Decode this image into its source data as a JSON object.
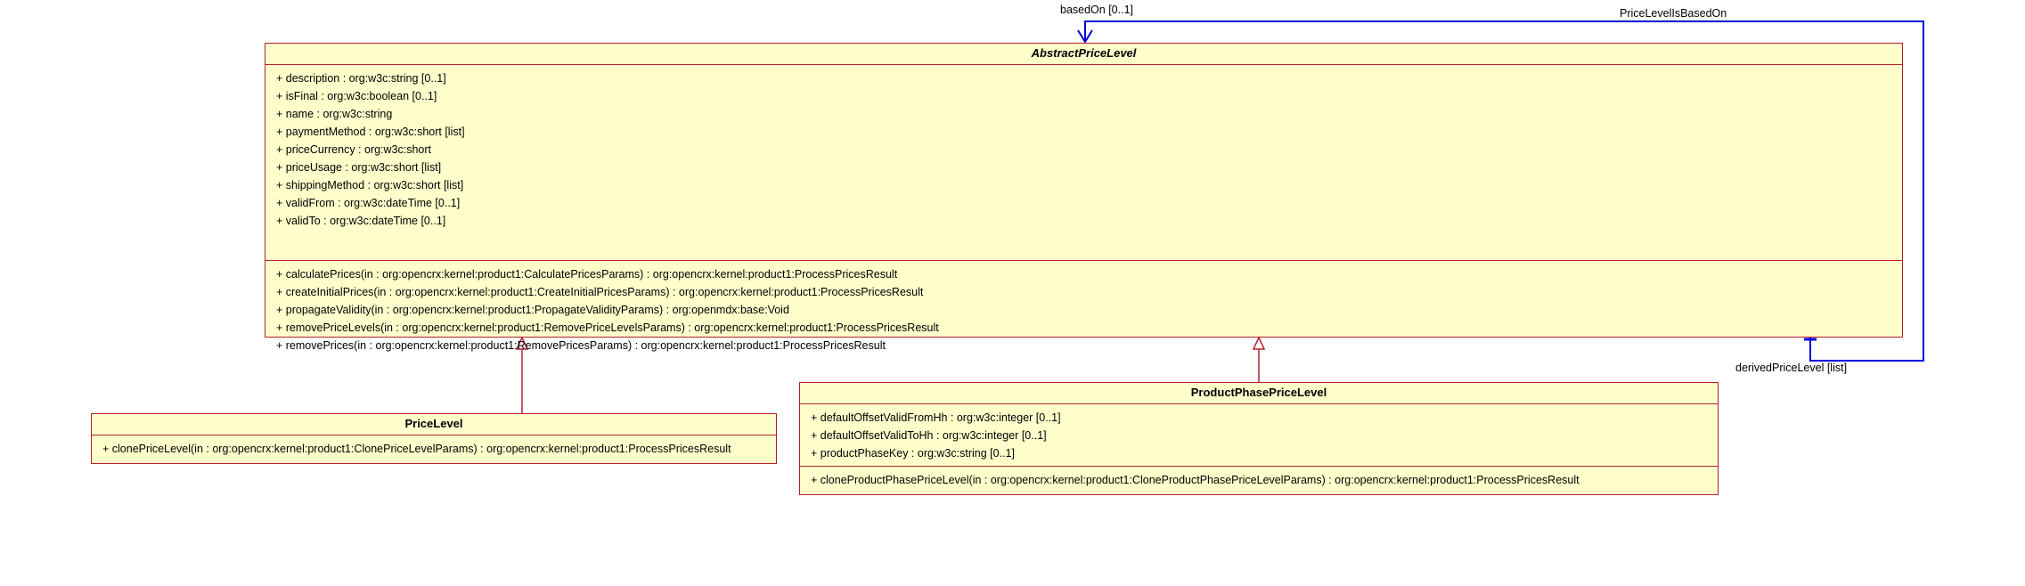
{
  "classes": {
    "abstract_price_level": {
      "name": "AbstractPriceLevel",
      "attributes": [
        "+ description : org:w3c:string [0..1]",
        "+ isFinal : org:w3c:boolean [0..1]",
        "+ name : org:w3c:string",
        "+ paymentMethod : org:w3c:short [list]",
        "+ priceCurrency : org:w3c:short",
        "+ priceUsage : org:w3c:short [list]",
        "+ shippingMethod : org:w3c:short [list]",
        "+ validFrom : org:w3c:dateTime [0..1]",
        "+ validTo : org:w3c:dateTime [0..1]"
      ],
      "operations": [
        "+ calculatePrices(in : org:opencrx:kernel:product1:CalculatePricesParams) : org:opencrx:kernel:product1:ProcessPricesResult",
        "+ createInitialPrices(in : org:opencrx:kernel:product1:CreateInitialPricesParams) : org:opencrx:kernel:product1:ProcessPricesResult",
        "+ propagateValidity(in : org:opencrx:kernel:product1:PropagateValidityParams) : org:openmdx:base:Void",
        "+ removePriceLevels(in : org:opencrx:kernel:product1:RemovePriceLevelsParams) : org:opencrx:kernel:product1:ProcessPricesResult",
        "+ removePrices(in : org:opencrx:kernel:product1:RemovePricesParams) : org:opencrx:kernel:product1:ProcessPricesResult"
      ]
    },
    "price_level": {
      "name": "PriceLevel",
      "operations": [
        "+ clonePriceLevel(in : org:opencrx:kernel:product1:ClonePriceLevelParams) : org:opencrx:kernel:product1:ProcessPricesResult"
      ]
    },
    "product_phase_price_level": {
      "name": "ProductPhasePriceLevel",
      "attributes": [
        "+ defaultOffsetValidFromHh : org:w3c:integer [0..1]",
        "+ defaultOffsetValidToHh : org:w3c:integer [0..1]",
        "+ productPhaseKey : org:w3c:string [0..1]"
      ],
      "operations": [
        "+ cloneProductPhasePriceLevel(in : org:opencrx:kernel:product1:CloneProductPhasePriceLevelParams) : org:opencrx:kernel:product1:ProcessPricesResult"
      ]
    }
  },
  "association": {
    "name": "PriceLevelIsBasedOn",
    "end_based_on": "basedOn [0..1]",
    "end_derived": "derivedPriceLevel [list]"
  },
  "colors": {
    "class_fill": "#ffffcc",
    "class_border": "#b5202e",
    "association_line": "#0000dd",
    "generalization_line": "#b5202e"
  }
}
